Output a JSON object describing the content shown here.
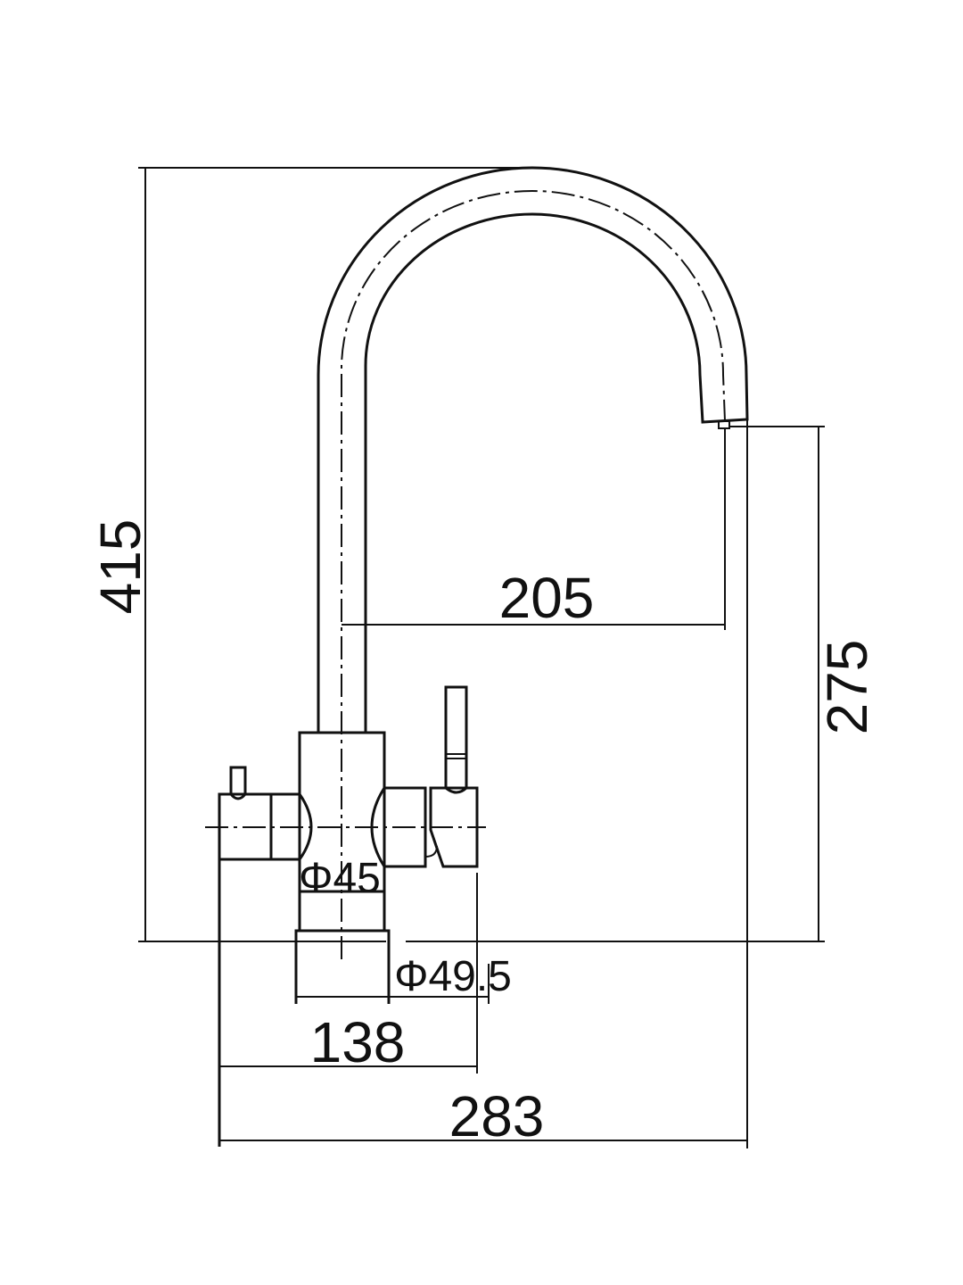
{
  "title": "Faucet dimension drawing",
  "dimensions": {
    "total_height": "415",
    "spout_reach": "205",
    "spout_height": "275",
    "body_diameter": "Φ45",
    "base_diameter": "Φ49.5",
    "body_width": "138",
    "total_width": "283"
  },
  "units": "mm"
}
